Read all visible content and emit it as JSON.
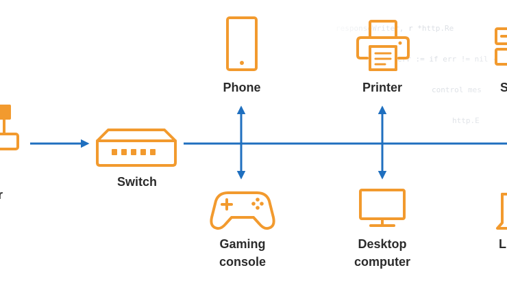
{
  "background_code": [
    "responseWriter, r *http.Re",
    "err := if err != nil {",
    "control mes",
    "http.E",
    "Re",
    "",
    "",
    "",
    "",
    "",
    ""
  ],
  "colors": {
    "icon": "#f29a2e",
    "link": "#1f6fbf",
    "text": "#2b2b2b"
  },
  "nodes": {
    "router": {
      "lines": [
        "r"
      ],
      "icon": "router-icon"
    },
    "switch": {
      "lines": [
        "Switch"
      ],
      "icon": "switch-icon"
    },
    "phone": {
      "lines": [
        "Phone"
      ],
      "icon": "phone-icon"
    },
    "gaming_console": {
      "lines": [
        "Gaming",
        "console"
      ],
      "icon": "gamepad-icon"
    },
    "printer": {
      "lines": [
        "Printer"
      ],
      "icon": "printer-icon"
    },
    "desktop": {
      "lines": [
        "Desktop",
        "computer"
      ],
      "icon": "monitor-icon"
    },
    "server": {
      "lines": [
        "S"
      ],
      "icon": "server-icon"
    },
    "laptop": {
      "lines": [
        "L"
      ],
      "icon": "laptop-icon"
    }
  }
}
